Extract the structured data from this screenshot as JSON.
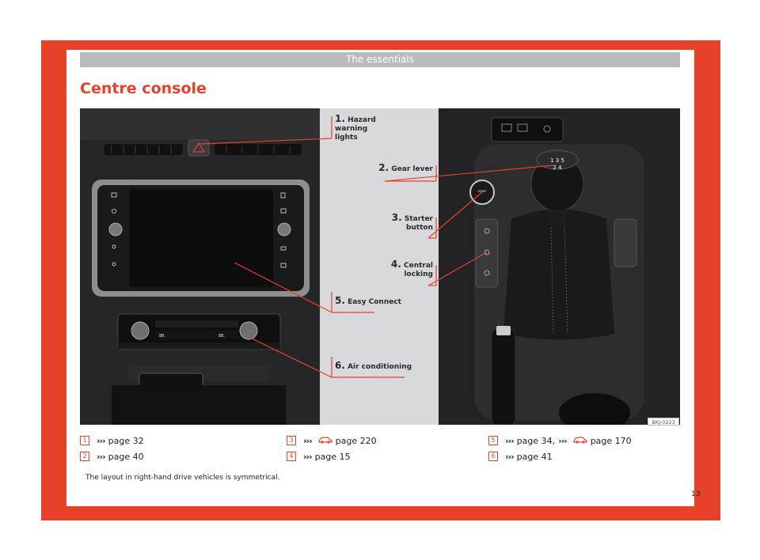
{
  "header": {
    "section": "The essentials"
  },
  "page_title": "Centre console",
  "callouts": [
    {
      "num": "1.",
      "line1": "Hazard",
      "line2": "warning lights"
    },
    {
      "num": "2.",
      "line1": "Gear lever",
      "line2": ""
    },
    {
      "num": "3.",
      "line1": "Starter",
      "line2": "button"
    },
    {
      "num": "4.",
      "line1": "Central",
      "line2": "locking"
    },
    {
      "num": "5.",
      "line1": "Easy Connect",
      "line2": ""
    },
    {
      "num": "6.",
      "line1": "Air conditioning",
      "line2": ""
    }
  ],
  "image_code": "BKJ-0223",
  "references": [
    {
      "num": "1",
      "arrows": "›››",
      "text": "page 32",
      "icon": ""
    },
    {
      "num": "2",
      "arrows": "›››",
      "text": "page 40",
      "icon": ""
    },
    {
      "num": "3",
      "arrows": "›››",
      "text": "page 220",
      "icon": "car-book-icon"
    },
    {
      "num": "4",
      "arrows": "›››",
      "text": "page 15",
      "icon": ""
    },
    {
      "num": "5",
      "arrows": "›››",
      "text": "page 34,",
      "arrows2": "›››",
      "text2": "page 170",
      "icon": "car-book-icon"
    },
    {
      "num": "6",
      "arrows": "›››",
      "text": "page 41",
      "icon": ""
    }
  ],
  "footnote": "The layout in right-hand drive vehicles is symmetrical.",
  "page_number": "13",
  "colors": {
    "accent": "#e8412a",
    "header_bar": "#b9babd",
    "callout_panel": "#d8d9dc"
  }
}
